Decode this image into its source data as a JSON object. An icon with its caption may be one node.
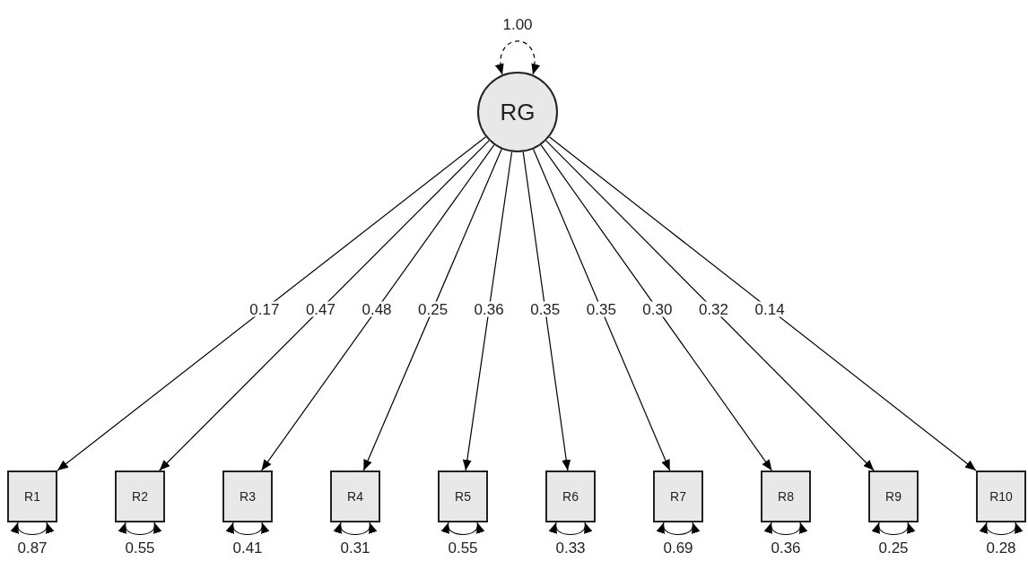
{
  "diagram": {
    "nodes": [
      {
        "text": [
          "RG"
        ]
      },
      {
        "text": [
          "R1"
        ]
      },
      {
        "text": [
          "R2"
        ]
      },
      {
        "text": [
          "R3"
        ]
      },
      {
        "text": [
          "R4"
        ]
      },
      {
        "text": [
          "R5"
        ]
      },
      {
        "text": [
          "R6"
        ]
      },
      {
        "text": [
          "R7"
        ]
      },
      {
        "text": [
          "R8"
        ]
      },
      {
        "text": [
          "R9"
        ]
      },
      {
        "text": [
          "R10"
        ]
      }
    ],
    "edges": [
      {
        "from": 0,
        "to": 1,
        "arrow": "to",
        "label": "0.17"
      },
      {
        "from": 0,
        "to": 2,
        "arrow": "to",
        "label": "0.47"
      },
      {
        "from": 0,
        "to": 3,
        "arrow": "to",
        "label": "0.48"
      },
      {
        "from": 0,
        "to": 4,
        "arrow": "to",
        "label": "0.25"
      },
      {
        "from": 0,
        "to": 5,
        "arrow": "to",
        "label": "0.36"
      },
      {
        "from": 0,
        "to": 6,
        "arrow": "to",
        "label": "0.35"
      },
      {
        "from": 0,
        "to": 7,
        "arrow": "to",
        "label": "0.35"
      },
      {
        "from": 0,
        "to": 8,
        "arrow": "to",
        "label": "0.30"
      },
      {
        "from": 0,
        "to": 9,
        "arrow": "to",
        "label": "0.32"
      },
      {
        "from": 0,
        "to": 10,
        "arrow": "to",
        "label": "0.14"
      },
      {
        "from": 0,
        "to": 0,
        "arrow": "both",
        "style": "dashed",
        "label": "1.00"
      },
      {
        "from": 1,
        "to": 1,
        "arrow": "both",
        "label": "0.87"
      },
      {
        "from": 2,
        "to": 2,
        "arrow": "both",
        "label": "0.55"
      },
      {
        "from": 3,
        "to": 3,
        "arrow": "both",
        "label": "0.41"
      },
      {
        "from": 4,
        "to": 4,
        "arrow": "both",
        "label": "0.31"
      },
      {
        "from": 5,
        "to": 5,
        "arrow": "both",
        "label": "0.55"
      },
      {
        "from": 6,
        "to": 6,
        "arrow": "both",
        "label": "0.33"
      },
      {
        "from": 7,
        "to": 7,
        "arrow": "both",
        "label": "0.69"
      },
      {
        "from": 8,
        "to": 8,
        "arrow": "both",
        "label": "0.36"
      },
      {
        "from": 9,
        "to": 9,
        "arrow": "both",
        "label": "0.25"
      },
      {
        "from": 10,
        "to": 10,
        "arrow": "both",
        "label": "0.28"
      }
    ]
  }
}
